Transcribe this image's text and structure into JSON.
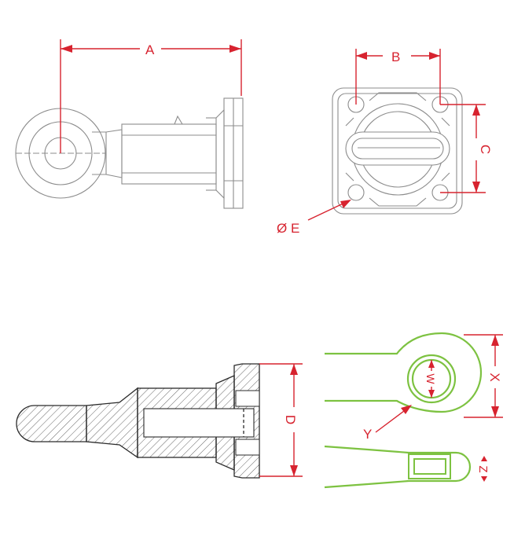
{
  "labels": {
    "a": "A",
    "b": "B",
    "c": "C",
    "d": "D",
    "e": "Ø E",
    "w": "W",
    "x": "X",
    "y": "Y",
    "z": "Z"
  },
  "colors": {
    "dimension": "#d7232f",
    "outline": "#8c8c8c",
    "section": "#2b2b2b",
    "eye": "#7dc241"
  }
}
